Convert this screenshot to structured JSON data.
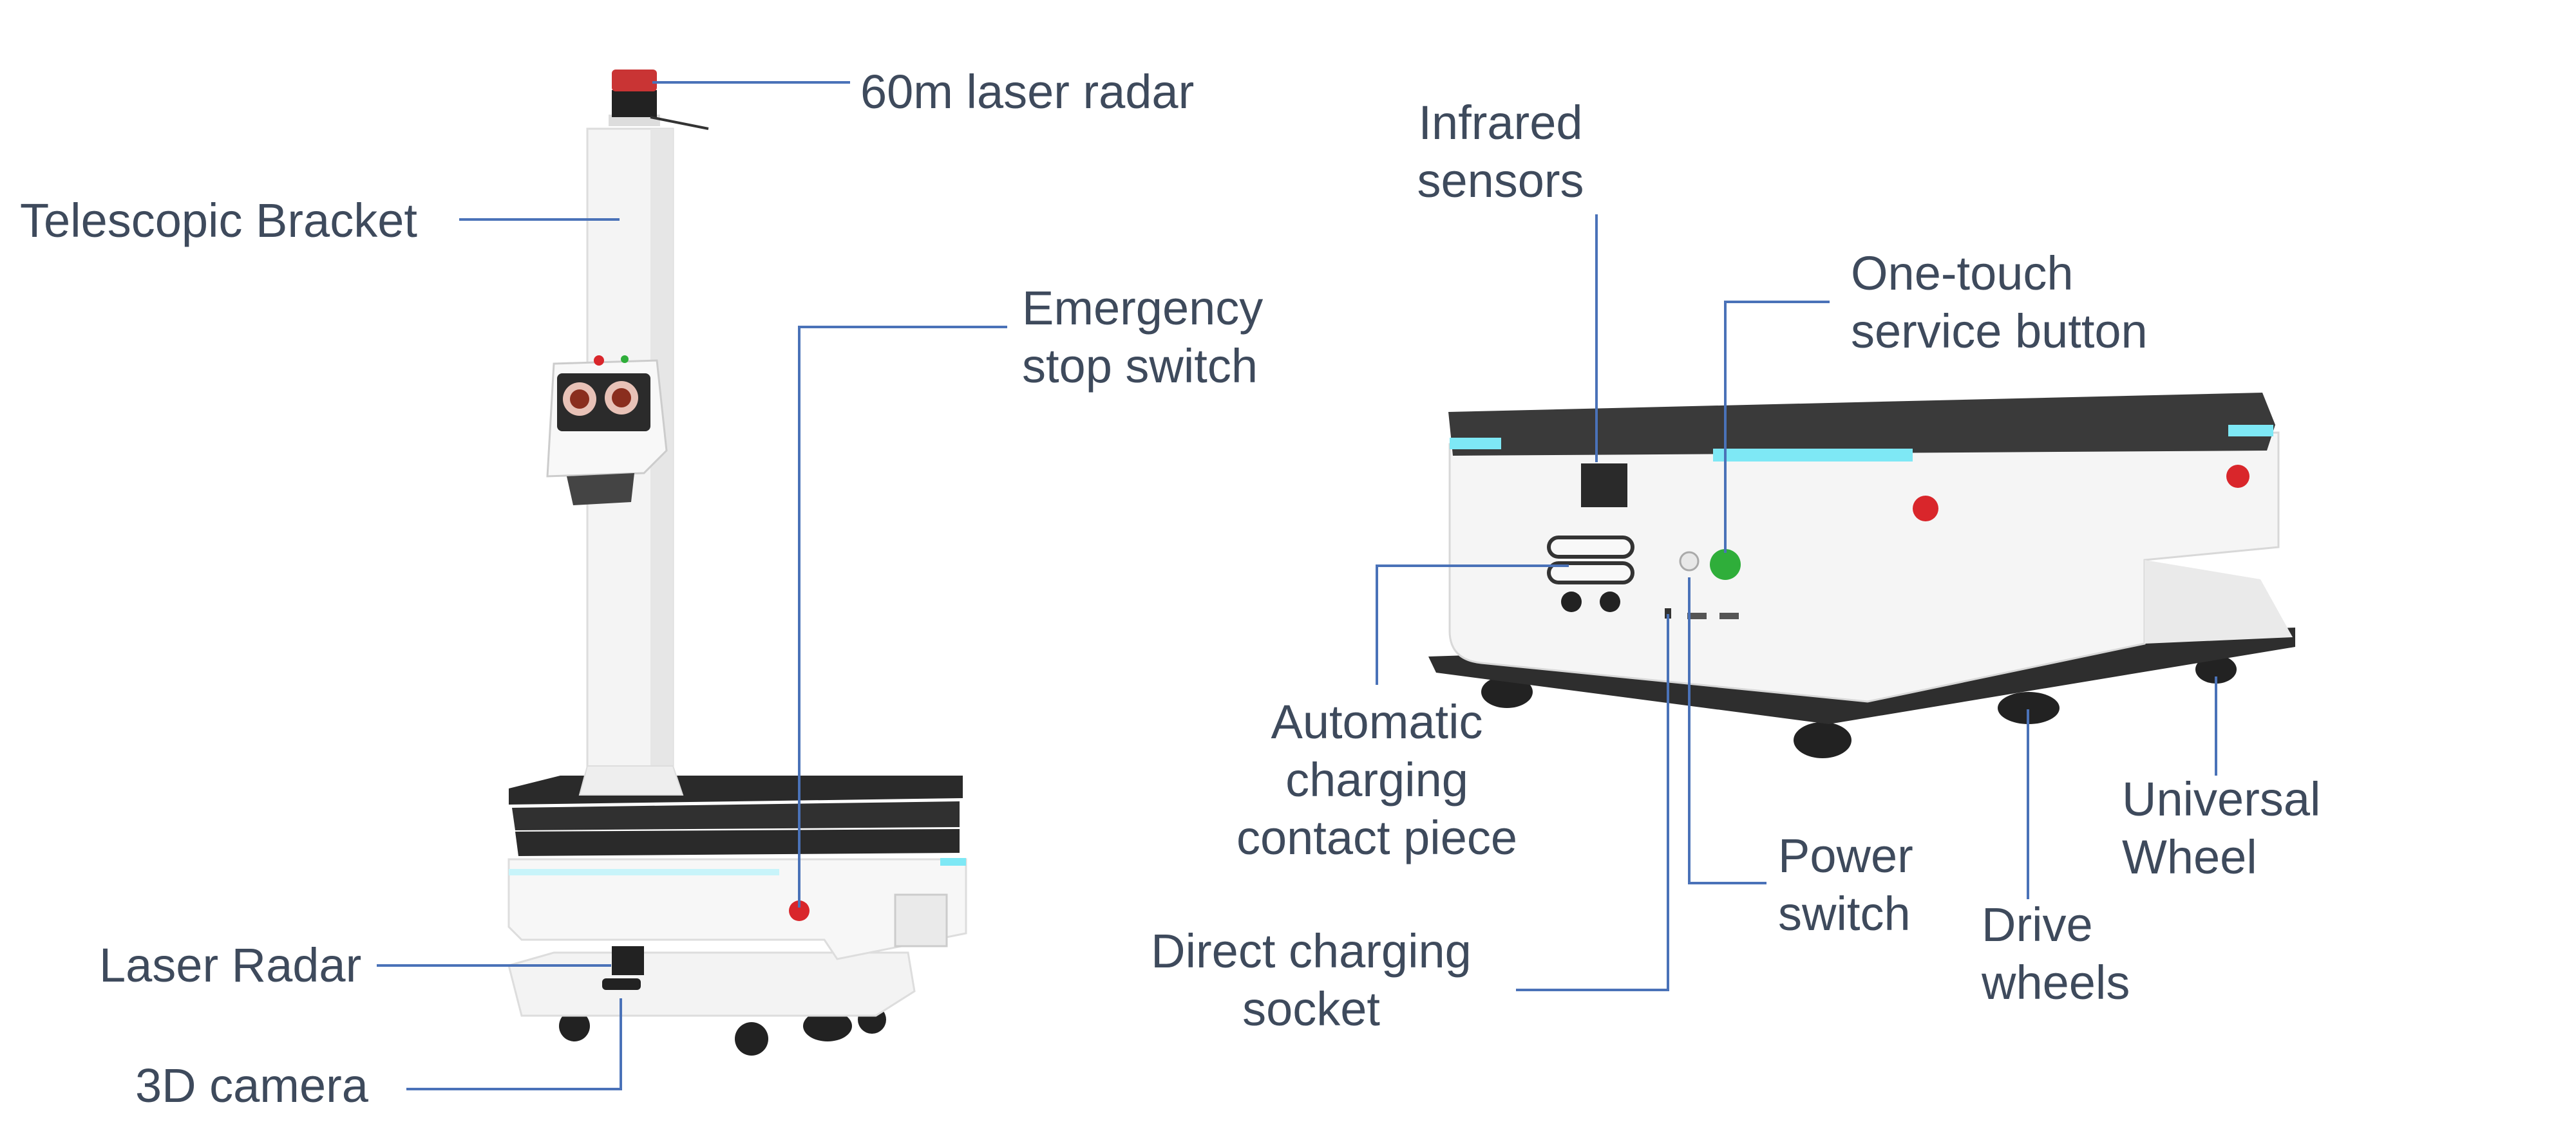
{
  "left_robot": {
    "labels": {
      "laser_radar_60m": "60m laser radar",
      "telescopic_bracket": "Telescopic Bracket",
      "emergency_stop": [
        "Emergency",
        "stop switch"
      ],
      "laser_radar": "Laser Radar",
      "camera_3d": "3D camera"
    }
  },
  "right_robot": {
    "labels": {
      "infrared_sensors": [
        "Infrared",
        "sensors"
      ],
      "service_button": [
        "One-touch",
        "service button"
      ],
      "charging_contact": [
        "Automatic",
        "charging",
        "contact piece"
      ],
      "charging_socket": [
        "Direct charging",
        "socket"
      ],
      "power_switch": [
        "Power",
        "switch"
      ],
      "drive_wheels": [
        "Drive",
        "wheels"
      ],
      "universal_wheel": [
        "Universal",
        "Wheel"
      ]
    }
  },
  "colors": {
    "text": "#3e4a5c",
    "leader_line": "#4a72b8",
    "accent_cyan": "#7ee8f5",
    "stop_red": "#d9262b",
    "service_green": "#2fae3a"
  }
}
